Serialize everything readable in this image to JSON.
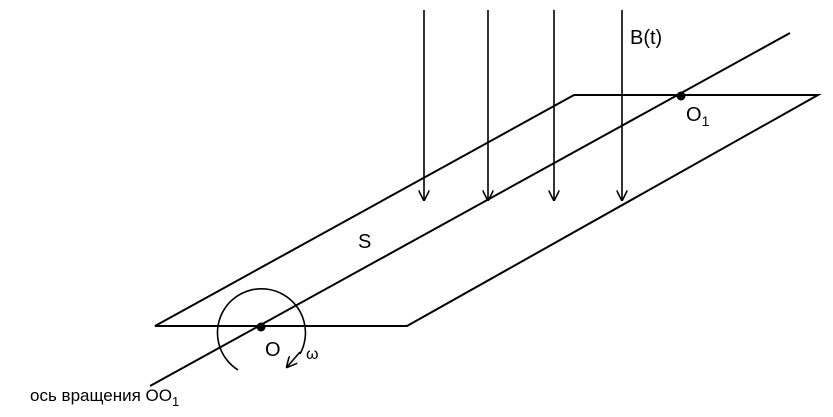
{
  "labels": {
    "field": "B(t)",
    "area": "S",
    "point_o": "O",
    "point_o1_letter": "O",
    "point_o1_sub": "1",
    "omega": "ω",
    "axis_caption_main": "ось вращения OO",
    "axis_caption_sub": "1"
  },
  "colors": {
    "stroke": "#000000",
    "background": "#ffffff"
  }
}
